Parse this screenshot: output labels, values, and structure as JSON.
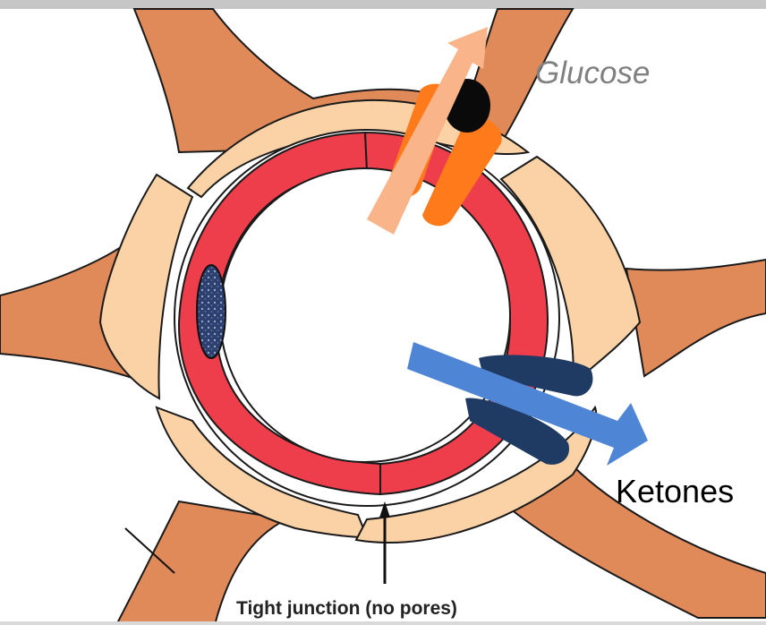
{
  "labels": {
    "glucose": "Glucose",
    "ketones": "Ketones",
    "tight_junction": "Tight junction (no pores)"
  },
  "colors": {
    "astrocyte_foot": "#e08a5a",
    "pericyte": "#fad2a6",
    "endothelium": "#ee3e4c",
    "nucleus": "#2c3f6e",
    "glucose_transporter": "#ff7a1a",
    "glucose_arrow": "#f9b48a",
    "ketone_transporter": "#1f3b64",
    "ketone_arrow": "#4f85d5",
    "top_bar": "#c6c6c6"
  }
}
